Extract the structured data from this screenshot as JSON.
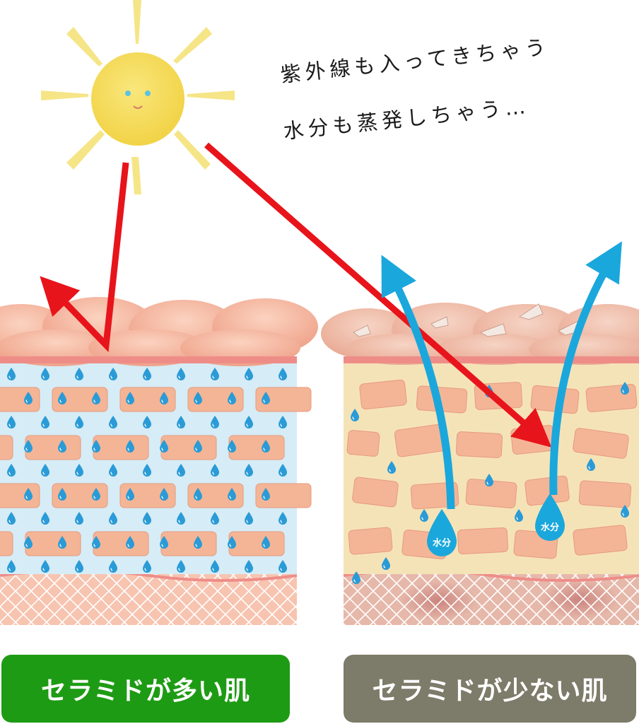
{
  "caption": {
    "line1": "紫外線も入ってきちゃう",
    "line2": "水分も蒸発しちゃう…"
  },
  "drop_label": "水分",
  "labels": {
    "left": "セラミドが多い肌",
    "right": "セラミドが少ない肌"
  },
  "colors": {
    "uv_arrow": "#e8141b",
    "water_arrow": "#1aa7dc",
    "left_badge": "#1e9b14",
    "right_badge": "#7d7b69",
    "healthy_layer": "#d6ecf6",
    "dry_layer": "#f5e3b8",
    "cell": "#f4b596",
    "sun": "#f5dc5a"
  }
}
